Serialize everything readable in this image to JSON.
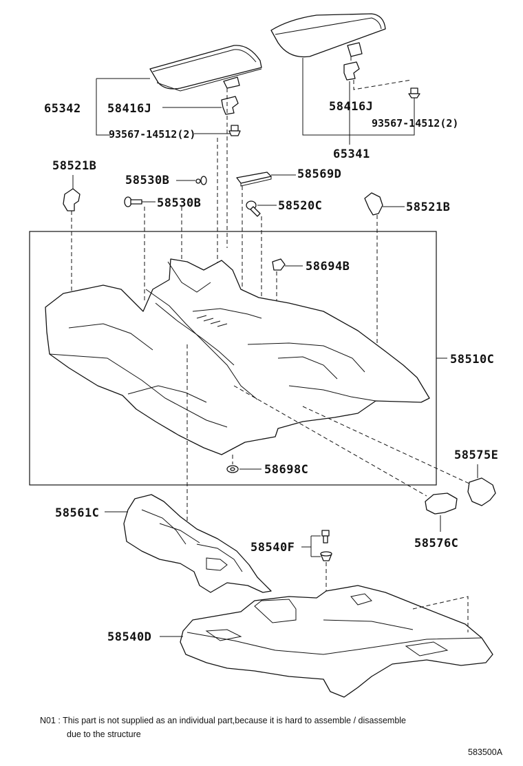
{
  "labels": {
    "p65342": "65342",
    "p58416J_left": "58416J",
    "p93567_left": "93567-14512(2)",
    "p58416J_right": "58416J",
    "p93567_right": "93567-14512(2)",
    "p65341": "65341",
    "p58521B_left": "58521B",
    "p58530B_top": "58530B",
    "p58530B_bottom": "58530B",
    "p58569D": "58569D",
    "p58520C": "58520C",
    "p58521B_right": "58521B",
    "p58694B": "58694B",
    "p58510C": "58510C",
    "p58698C": "58698C",
    "p58575E": "58575E",
    "p58561C": "58561C",
    "p58540F": "58540F",
    "p58576C": "58576C",
    "p58540D": "58540D"
  },
  "footnote": {
    "line1": "N01 : This part is not supplied as an individual part,because it is hard to assemble / disassemble",
    "line2": "due to the structure"
  },
  "diagram_code": "583500A"
}
